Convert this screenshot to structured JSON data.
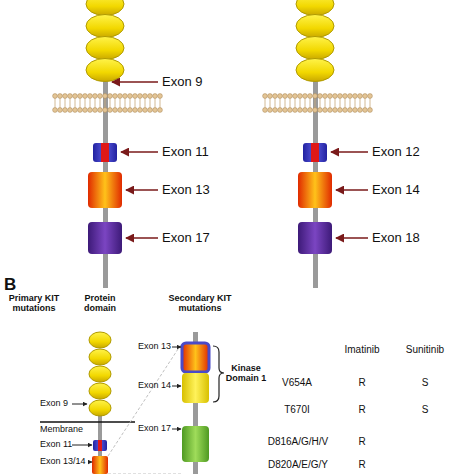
{
  "diagram": {
    "labels": [
      "Exon 9",
      "Exon 11",
      "Exon 13",
      "Exon 17",
      "Exon 12",
      "Exon 14",
      "Exon 18",
      "B",
      "Primary KIT mutations",
      "Protein domain",
      "Secondary KIT mutations",
      "Exon 13",
      "Exon 14",
      "Kinase Domain 1",
      "Exon 9",
      "Membrane",
      "Exon 11",
      "Exon 17",
      "Exon 13/14",
      "Imatinib",
      "Sunitinib",
      "V654A",
      "R",
      "S",
      "T670I",
      "R",
      "S",
      "D816A/G/H/V",
      "R",
      "D820A/E/G/Y",
      "R"
    ]
  }
}
